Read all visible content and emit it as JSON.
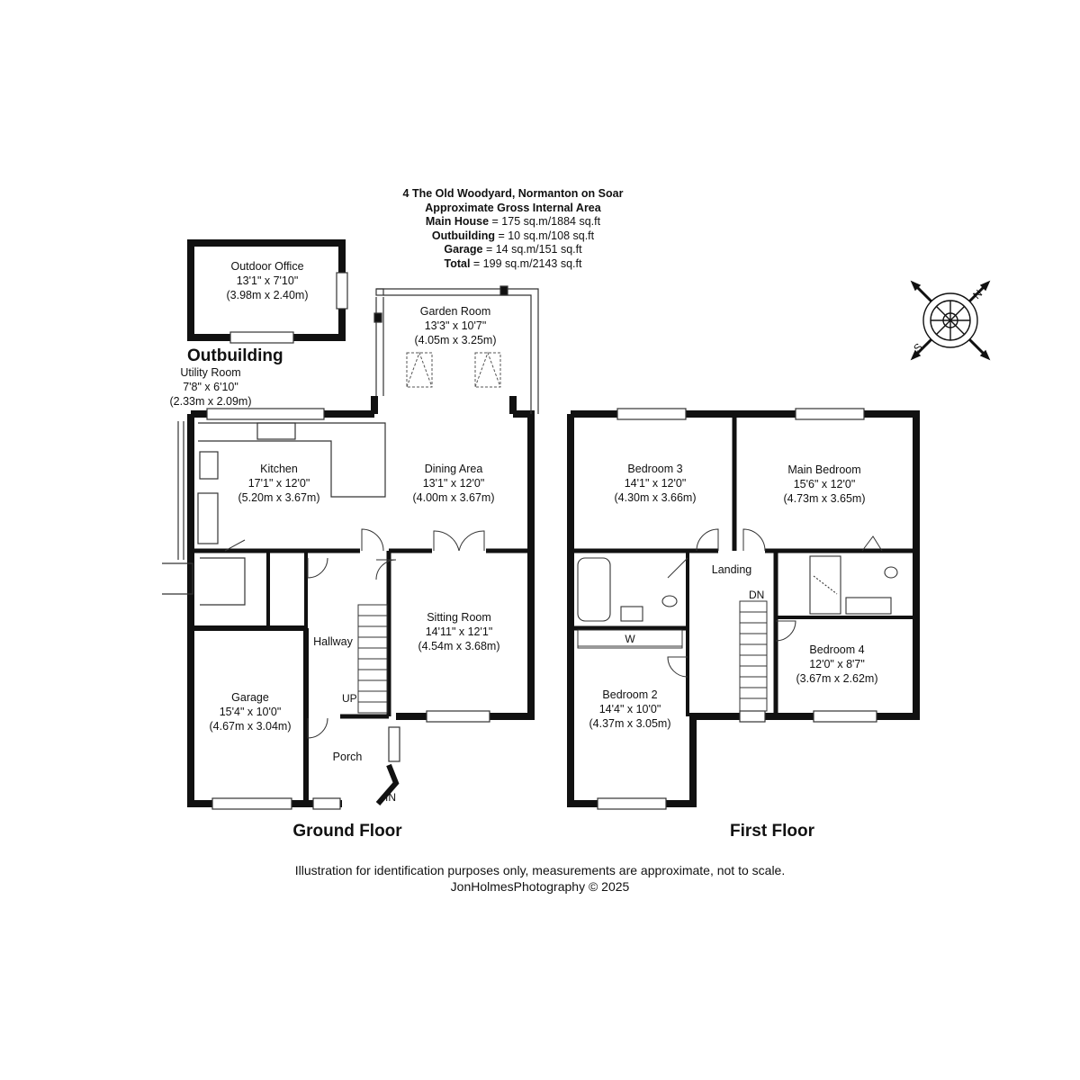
{
  "header": {
    "address": "4 The Old Woodyard, Normanton on Soar",
    "subtitle": "Approximate Gross Internal Area",
    "main_house_label": "Main House",
    "main_house_value": " = 175 sq.m/1884 sq.ft",
    "outbuilding_label": "Outbuilding",
    "outbuilding_value": " = 10 sq.m/108 sq.ft",
    "garage_label": "Garage",
    "garage_value": " = 14 sq.m/151 sq.ft",
    "total_label": "Total",
    "total_value": " = 199 sq.m/2143 sq.ft"
  },
  "outbuilding": {
    "title": "Outbuilding",
    "office": {
      "name": "Outdoor Office",
      "imperial": "13'1\" x 7'10\"",
      "metric": "(3.98m x 2.40m)"
    }
  },
  "ground_floor": {
    "label": "Ground Floor",
    "rooms": {
      "garden_room": {
        "name": "Garden Room",
        "imperial": "13'3\" x 10'7\"",
        "metric": "(4.05m x 3.25m)"
      },
      "utility_room": {
        "name": "Utility Room",
        "imperial": "7'8\" x 6'10\"",
        "metric": "(2.33m x 2.09m)"
      },
      "kitchen": {
        "name": "Kitchen",
        "imperial": "17'1\" x 12'0\"",
        "metric": "(5.20m x 3.67m)"
      },
      "dining_area": {
        "name": "Dining Area",
        "imperial": "13'1\" x 12'0\"",
        "metric": "(4.00m x 3.67m)"
      },
      "sitting_room": {
        "name": "Sitting Room",
        "imperial": "14'11\" x 12'1\"",
        "metric": "(4.54m x 3.68m)"
      },
      "hallway": {
        "name": "Hallway"
      },
      "garage": {
        "name": "Garage",
        "imperial": "15'4\" x 10'0\"",
        "metric": "(4.67m x 3.04m)"
      },
      "porch": {
        "name": "Porch"
      }
    },
    "stairs_up": "UP",
    "entrance": "IN"
  },
  "first_floor": {
    "label": "First Floor",
    "rooms": {
      "bedroom_3": {
        "name": "Bedroom 3",
        "imperial": "14'1\" x 12'0\"",
        "metric": "(4.30m x 3.66m)"
      },
      "main_bedroom": {
        "name": "Main Bedroom",
        "imperial": "15'6\" x 12'0\"",
        "metric": "(4.73m x 3.65m)"
      },
      "landing": {
        "name": "Landing"
      },
      "bedroom_4": {
        "name": "Bedroom 4",
        "imperial": "12'0\" x 8'7\"",
        "metric": "(3.67m x 2.62m)"
      },
      "bedroom_2": {
        "name": "Bedroom 2",
        "imperial": "14'4\" x 10'0\"",
        "metric": "(4.37m x 3.05m)"
      }
    },
    "stairs_down": "DN",
    "wardrobe": "W"
  },
  "compass": {
    "labels": [
      "N",
      "S"
    ]
  },
  "footer": {
    "disclaimer": "Illustration for identification purposes only, measurements are approximate, not to scale.",
    "credit": "JonHolmesPhotography © 2025"
  },
  "colors": {
    "wall": "#111111",
    "line": "#333333",
    "background": "#ffffff"
  }
}
